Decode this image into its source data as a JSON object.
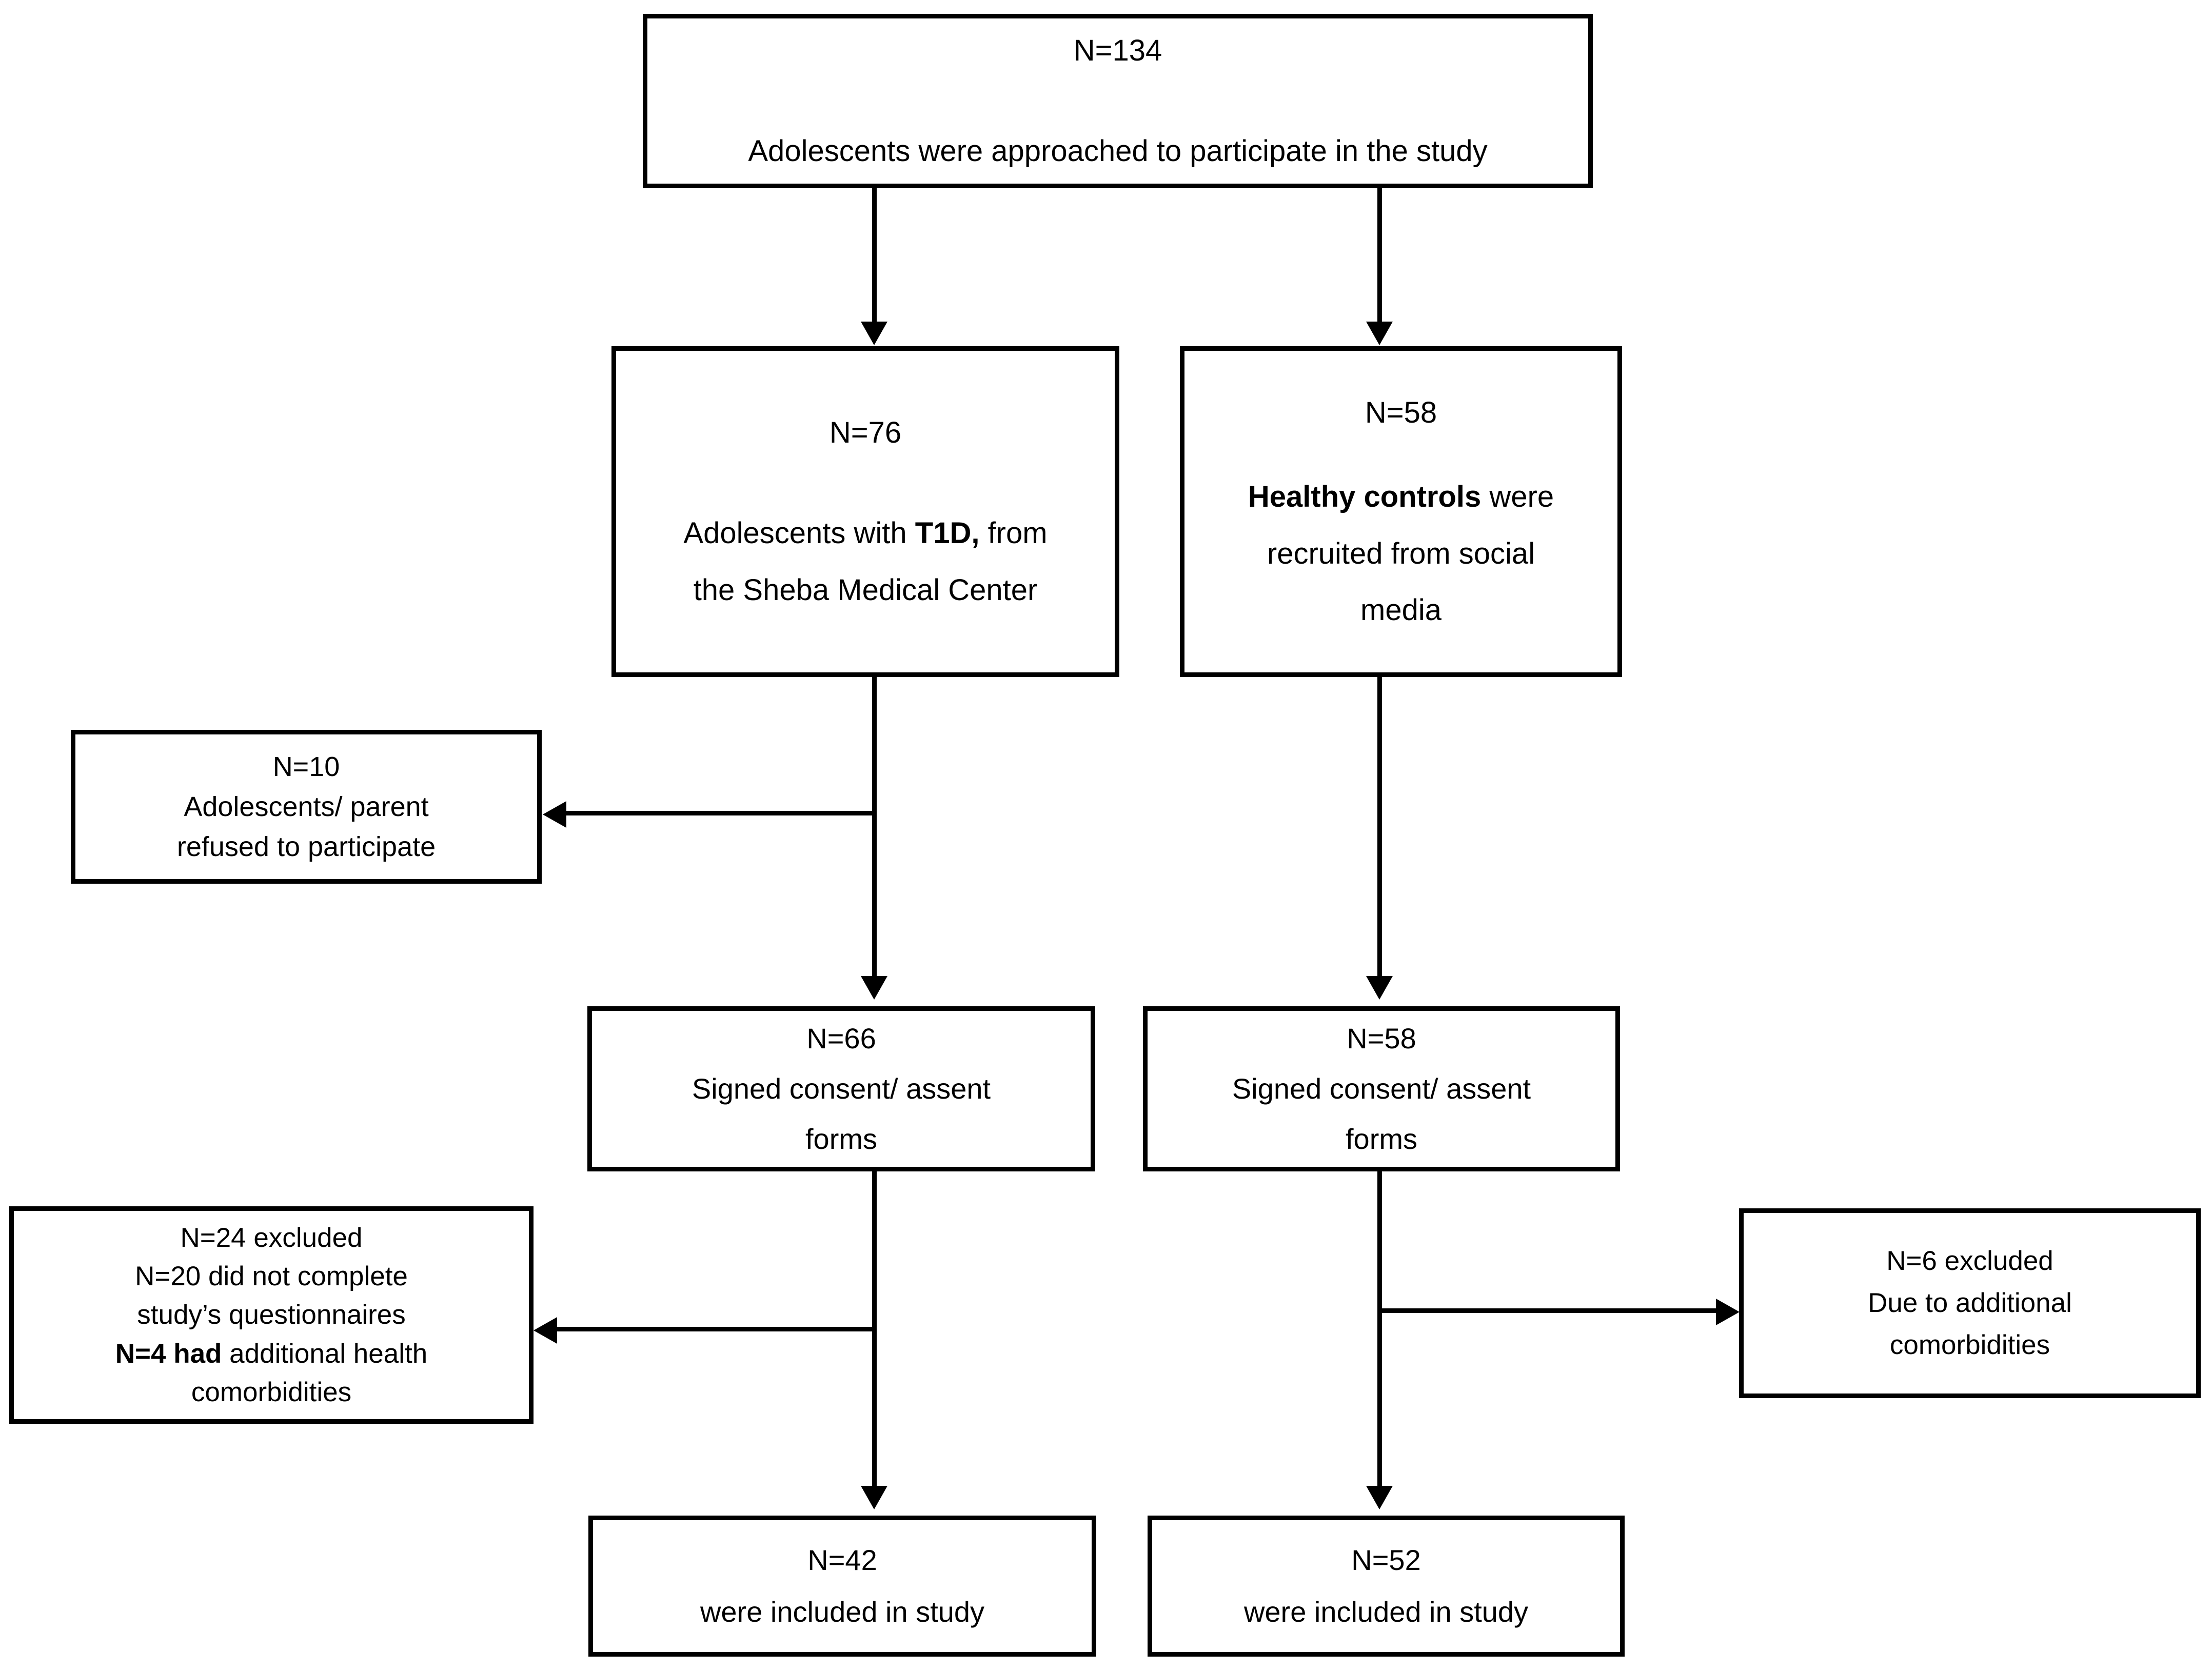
{
  "diagram": {
    "type": "flowchart",
    "title": "Study participant enrollment flow",
    "nodes": {
      "approached": {
        "count_label": "N=134",
        "line1": "Adolescents were approached to participate  in the study"
      },
      "t1d_group": {
        "count_label": "N=76",
        "line1_a": "Adolescents with ",
        "line1_b": "T1D,",
        "line1_c": " from",
        "line2": "the Sheba Medical Center"
      },
      "controls_group": {
        "count_label": "N=58",
        "line1_a": "Healthy controls",
        "line1_b": " were",
        "line2": "recruited from social",
        "line3": "media"
      },
      "refused": {
        "count_label": "N=10",
        "line1": "Adolescents/ parent",
        "line2": "refused to participate"
      },
      "consent_t1d": {
        "count_label": "N=66",
        "line1": "Signed consent/ assent",
        "line2": "forms"
      },
      "consent_hc": {
        "count_label": "N=58",
        "line1": "Signed consent/ assent",
        "line2": "forms"
      },
      "excluded_t1d": {
        "line1": "N=24 excluded",
        "line2": "N=20 did not complete",
        "line3": "study’s questionnaires",
        "line4_a": "N=4 had",
        "line4_b": " additional health",
        "line5": "comorbidities"
      },
      "excluded_hc": {
        "line1": "N=6 excluded",
        "line2": "Due to additional",
        "line3": "comorbidities"
      },
      "included_t1d": {
        "count_label": "N=42",
        "line1": "were included in study"
      },
      "included_hc": {
        "count_label": "N=52",
        "line1": "were included in study"
      }
    },
    "colors": {
      "stroke": "#000000",
      "fill": "#ffffff",
      "text": "#000000"
    }
  }
}
